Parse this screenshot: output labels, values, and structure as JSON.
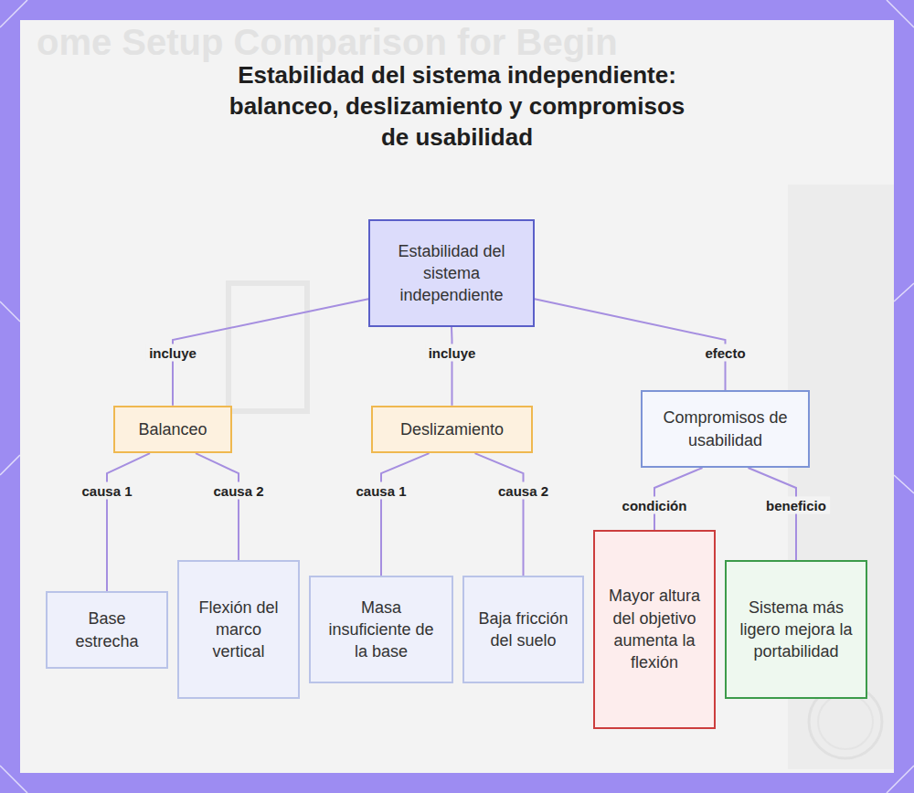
{
  "diagram": {
    "title": "Estabilidad del sistema independiente: balanceo, deslizamiento y compromisos de usabilidad",
    "nodes": [
      {
        "text": [
          "Estabilidad del sistema independiente"
        ]
      },
      {
        "text": [
          "Balanceo"
        ]
      },
      {
        "text": [
          "Deslizamiento"
        ]
      },
      {
        "text": [
          "Compromisos de usabilidad"
        ]
      },
      {
        "text": [
          "Base estrecha"
        ]
      },
      {
        "text": [
          "Flexión del marco vertical"
        ]
      },
      {
        "text": [
          "Masa insuficiente de la base"
        ]
      },
      {
        "text": [
          "Baja fricción del suelo"
        ]
      },
      {
        "text": [
          "Mayor altura del objetivo aumenta la flexión"
        ]
      },
      {
        "text": [
          "Sistema más ligero mejora la portabilidad"
        ]
      }
    ],
    "edges": [
      {
        "from": 0,
        "to": 1,
        "label": "incluye",
        "arrow": "none"
      },
      {
        "from": 0,
        "to": 2,
        "label": "incluye",
        "arrow": "none"
      },
      {
        "from": 0,
        "to": 3,
        "label": "efecto",
        "arrow": "none"
      },
      {
        "from": 1,
        "to": 4,
        "label": "causa 1",
        "arrow": "none"
      },
      {
        "from": 1,
        "to": 5,
        "label": "causa 2",
        "arrow": "none"
      },
      {
        "from": 2,
        "to": 6,
        "label": "causa 1",
        "arrow": "none"
      },
      {
        "from": 2,
        "to": 7,
        "label": "causa 2",
        "arrow": "none"
      },
      {
        "from": 3,
        "to": 8,
        "label": "condición",
        "arrow": "none"
      },
      {
        "from": 3,
        "to": 9,
        "label": "beneficio",
        "arrow": "none"
      }
    ],
    "labels": [
      "ome Setup Comparison for Begin"
    ]
  }
}
